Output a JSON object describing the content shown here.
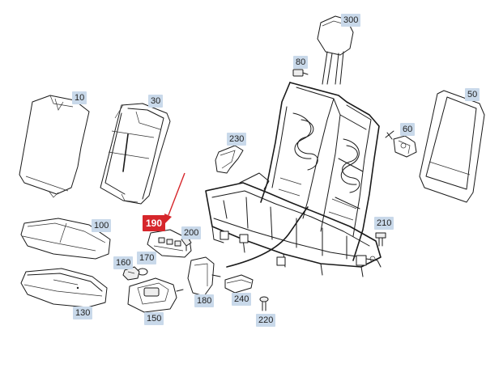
{
  "diagram": {
    "callouts": [
      {
        "id": "10",
        "label": "10"
      },
      {
        "id": "30",
        "label": "30"
      },
      {
        "id": "50",
        "label": "50"
      },
      {
        "id": "60",
        "label": "60"
      },
      {
        "id": "80",
        "label": "80"
      },
      {
        "id": "100",
        "label": "100"
      },
      {
        "id": "130",
        "label": "130"
      },
      {
        "id": "150",
        "label": "150"
      },
      {
        "id": "160",
        "label": "160"
      },
      {
        "id": "170",
        "label": "170"
      },
      {
        "id": "180",
        "label": "180"
      },
      {
        "id": "190",
        "label": "190",
        "highlighted": true
      },
      {
        "id": "200",
        "label": "200"
      },
      {
        "id": "210",
        "label": "210"
      },
      {
        "id": "220",
        "label": "220"
      },
      {
        "id": "230",
        "label": "230"
      },
      {
        "id": "240",
        "label": "240"
      },
      {
        "id": "300",
        "label": "300"
      }
    ],
    "colors": {
      "callout_bg": "#c9d9ea",
      "highlight_bg": "#d6262b",
      "highlight_arrow": "#d6262b",
      "line": "#1a1a1a"
    }
  }
}
